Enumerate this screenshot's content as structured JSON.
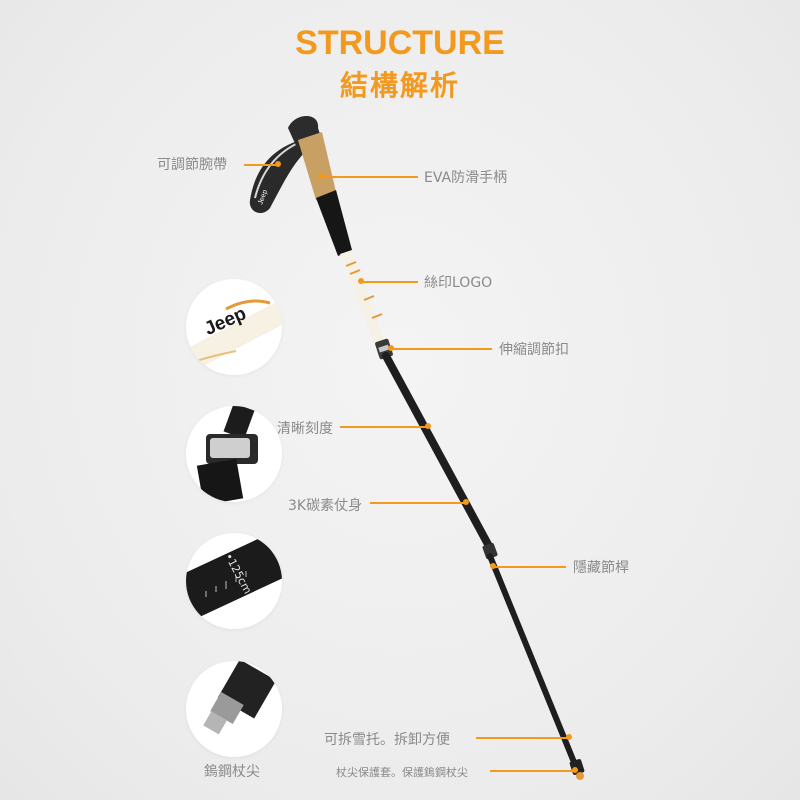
{
  "title": {
    "en": "STRUCTURE",
    "zh": "結構解析"
  },
  "labels": {
    "strap": "可調節腕帶",
    "grip": "EVA防滑手柄",
    "logo": "絲印LOGO",
    "lock": "伸縮調節扣",
    "scale": "清晰刻度",
    "carbon": "3K碳素仗身",
    "hidden": "隱藏節桿",
    "snow": "可拆雪托。拆卸方便",
    "tip_cover": "杖尖保護套。保護鎢鋼杖尖",
    "tip": "鎢鋼杖尖"
  },
  "detail": {
    "brand": "Jeep",
    "scale_text": "•125cm"
  },
  "colors": {
    "accent": "#f39a1e",
    "label": "#8a8a8a",
    "pole": "#1e1e1e"
  }
}
